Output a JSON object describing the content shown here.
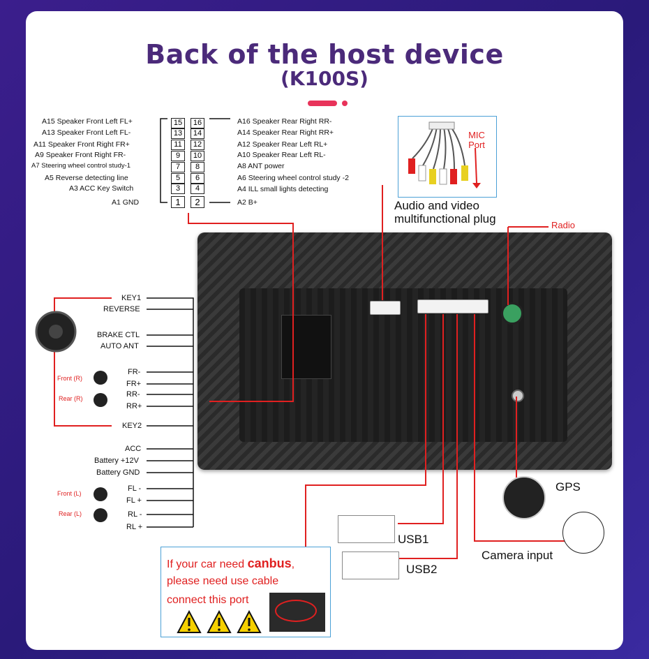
{
  "title": "Back of the host device",
  "subtitle": "(K100S)",
  "pinout": {
    "left": [
      {
        "label": "A15  Speaker Front Left FL+",
        "pin": "15"
      },
      {
        "label": "A13  Speaker Front Left FL-",
        "pin": "13"
      },
      {
        "label": "A11  Speaker Front Right FR+",
        "pin": "11"
      },
      {
        "label": "A9    Speaker Front Right FR-",
        "pin": "9"
      },
      {
        "label": "A7   Steering wheel control study-1",
        "pin": "7"
      },
      {
        "label": "A5   Reverse detecting line",
        "pin": "5"
      },
      {
        "label": "A3 ACC Key Switch",
        "pin": "3"
      },
      {
        "label": "A1 GND",
        "pin": "1"
      }
    ],
    "right": [
      {
        "label": "A16 Speaker Rear Right RR-",
        "pin": "16"
      },
      {
        "label": "A14 Speaker Rear Right RR+",
        "pin": "14"
      },
      {
        "label": "A12 Speaker Rear Left RL+",
        "pin": "12"
      },
      {
        "label": "A10 Speaker Rear Left RL-",
        "pin": "10"
      },
      {
        "label": "A8   ANT power",
        "pin": "8"
      },
      {
        "label": "A6   Steering wheel control study -2",
        "pin": "6"
      },
      {
        "label": "A4   ILL small lights detecting",
        "pin": "4"
      },
      {
        "label": "A2   B+",
        "pin": "2"
      }
    ]
  },
  "av_plug": {
    "mic_label": "MIC Port",
    "caption_line1": "Audio and video",
    "caption_line2": "multifunctional plug"
  },
  "radio_label": "Radio",
  "gps_label": "GPS",
  "usb1_label": "USB1",
  "usb2_label": "USB2",
  "camera_label": "Camera input",
  "wires": {
    "key1": "KEY1",
    "reverse": "REVERSE",
    "brake": "BRAKE CTL",
    "auto_ant": "AUTO ANT",
    "fr_minus": "FR-",
    "fr_plus": "FR+",
    "rr_minus": "RR-",
    "rr_plus": "RR+",
    "key2": "KEY2",
    "acc": "ACC",
    "battery": "Battery +12V",
    "gnd": "Battery GND",
    "fl_minus": "FL -",
    "fl_plus": "FL +",
    "rl_minus": "RL -",
    "rl_plus": "RL +"
  },
  "speakers": {
    "front_r": "Front (R)",
    "rear_r": "Rear (R)",
    "front_l": "Front (L)",
    "rear_l": "Rear (L)"
  },
  "canbus_note": {
    "line1_pre": "If your car need ",
    "line1_bold": "canbus",
    "line1_post": ",",
    "line2": "please need use cable",
    "line3": "connect this port"
  },
  "colors": {
    "title": "#4b2a7a",
    "accent": "#e8335a",
    "wire_red": "#e02020",
    "note_border": "#4ba0d6"
  }
}
